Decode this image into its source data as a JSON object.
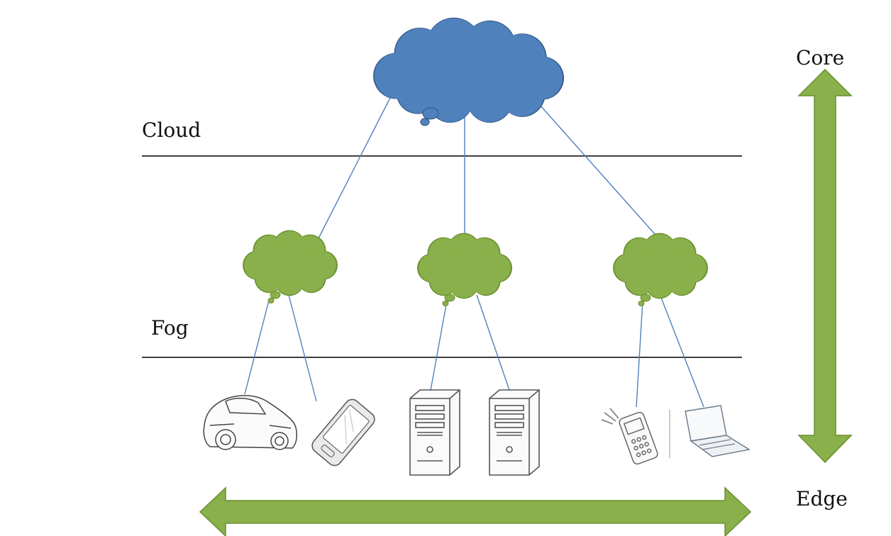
{
  "labels": {
    "cloud": "Cloud",
    "fog": "Fog",
    "core": "Core",
    "edge": "Edge"
  },
  "colors": {
    "cloud_fill": "#4f81bd",
    "cloud_stroke": "#385d8a",
    "fog_fill": "#8ab04b",
    "fog_stroke": "#6a8f2e",
    "arrow_fill": "#8ab04b",
    "arrow_stroke": "#6a8f2e",
    "link_line": "#4f81bd",
    "layer_line": "#000000"
  },
  "nodes": {
    "core_cloud": "cloud-shape",
    "fog_nodes": [
      "fog-cloud-shape",
      "fog-cloud-shape",
      "fog-cloud-shape"
    ],
    "devices": [
      "car-icon",
      "smartphone-icon",
      "desktop-tower-icon",
      "desktop-tower-icon",
      "mobile-phone-icon",
      "laptop-icon"
    ]
  }
}
